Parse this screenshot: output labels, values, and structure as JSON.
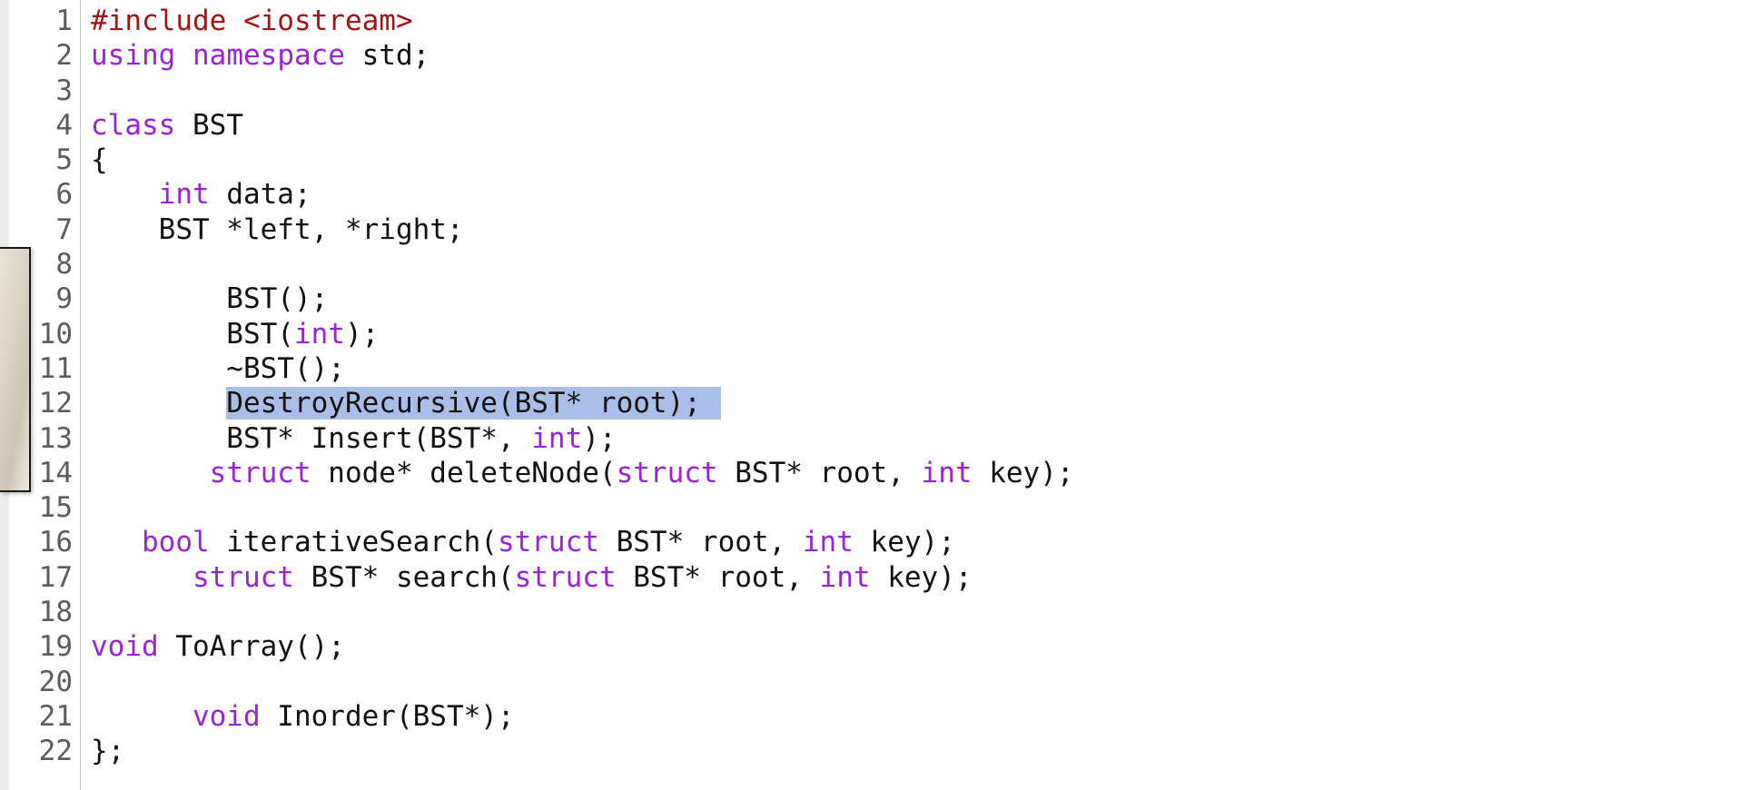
{
  "editor": {
    "selected_line": 12,
    "lines": [
      {
        "n": "1",
        "tokens": [
          {
            "t": "#include <iostream>",
            "c": "pp"
          }
        ]
      },
      {
        "n": "2",
        "tokens": [
          {
            "t": "using",
            "c": "kw"
          },
          {
            "t": " "
          },
          {
            "t": "namespace",
            "c": "kw"
          },
          {
            "t": " std;"
          }
        ]
      },
      {
        "n": "3",
        "tokens": []
      },
      {
        "n": "4",
        "tokens": [
          {
            "t": "class",
            "c": "kw"
          },
          {
            "t": " BST"
          }
        ]
      },
      {
        "n": "5",
        "tokens": [
          {
            "t": "{"
          }
        ]
      },
      {
        "n": "6",
        "tokens": [
          {
            "t": "    "
          },
          {
            "t": "int",
            "c": "kw"
          },
          {
            "t": " data;"
          }
        ]
      },
      {
        "n": "7",
        "tokens": [
          {
            "t": "    BST *left, *right;"
          }
        ]
      },
      {
        "n": "8",
        "tokens": []
      },
      {
        "n": "9",
        "tokens": [
          {
            "t": "        BST();"
          }
        ]
      },
      {
        "n": "10",
        "tokens": [
          {
            "t": "        BST("
          },
          {
            "t": "int",
            "c": "kw"
          },
          {
            "t": ");"
          }
        ]
      },
      {
        "n": "11",
        "tokens": [
          {
            "t": "        ~BST();"
          }
        ]
      },
      {
        "n": "12",
        "tokens": [
          {
            "t": "        "
          },
          {
            "t": "DestroyRecursive(BST* root);",
            "c": "sel"
          }
        ]
      },
      {
        "n": "13",
        "tokens": [
          {
            "t": "        BST* Insert(BST*, "
          },
          {
            "t": "int",
            "c": "kw"
          },
          {
            "t": ");"
          }
        ]
      },
      {
        "n": "14",
        "tokens": [
          {
            "t": "       "
          },
          {
            "t": "struct",
            "c": "kw"
          },
          {
            "t": " node* deleteNode("
          },
          {
            "t": "struct",
            "c": "kw"
          },
          {
            "t": " BST* root, "
          },
          {
            "t": "int",
            "c": "kw"
          },
          {
            "t": " key);"
          }
        ]
      },
      {
        "n": "15",
        "tokens": []
      },
      {
        "n": "16",
        "tokens": [
          {
            "t": "   "
          },
          {
            "t": "bool",
            "c": "kw"
          },
          {
            "t": " iterativeSearch("
          },
          {
            "t": "struct",
            "c": "kw"
          },
          {
            "t": " BST* root, "
          },
          {
            "t": "int",
            "c": "kw"
          },
          {
            "t": " key);"
          }
        ]
      },
      {
        "n": "17",
        "tokens": [
          {
            "t": "      "
          },
          {
            "t": "struct",
            "c": "kw"
          },
          {
            "t": " BST* search("
          },
          {
            "t": "struct",
            "c": "kw"
          },
          {
            "t": " BST* root, "
          },
          {
            "t": "int",
            "c": "kw"
          },
          {
            "t": " key);"
          }
        ]
      },
      {
        "n": "18",
        "tokens": []
      },
      {
        "n": "19",
        "tokens": [
          {
            "t": "void",
            "c": "kw"
          },
          {
            "t": " ToArray();"
          }
        ]
      },
      {
        "n": "20",
        "tokens": []
      },
      {
        "n": "21",
        "tokens": [
          {
            "t": "      "
          },
          {
            "t": "void",
            "c": "kw"
          },
          {
            "t": " Inorder(BST*);"
          }
        ]
      },
      {
        "n": "22",
        "tokens": [
          {
            "t": "};"
          }
        ]
      }
    ]
  },
  "colors": {
    "keyword": "#9b22d6",
    "preprocessor": "#a31515",
    "text": "#111111",
    "line_number": "#5c5c5c",
    "selection": "#a9bfe7"
  }
}
